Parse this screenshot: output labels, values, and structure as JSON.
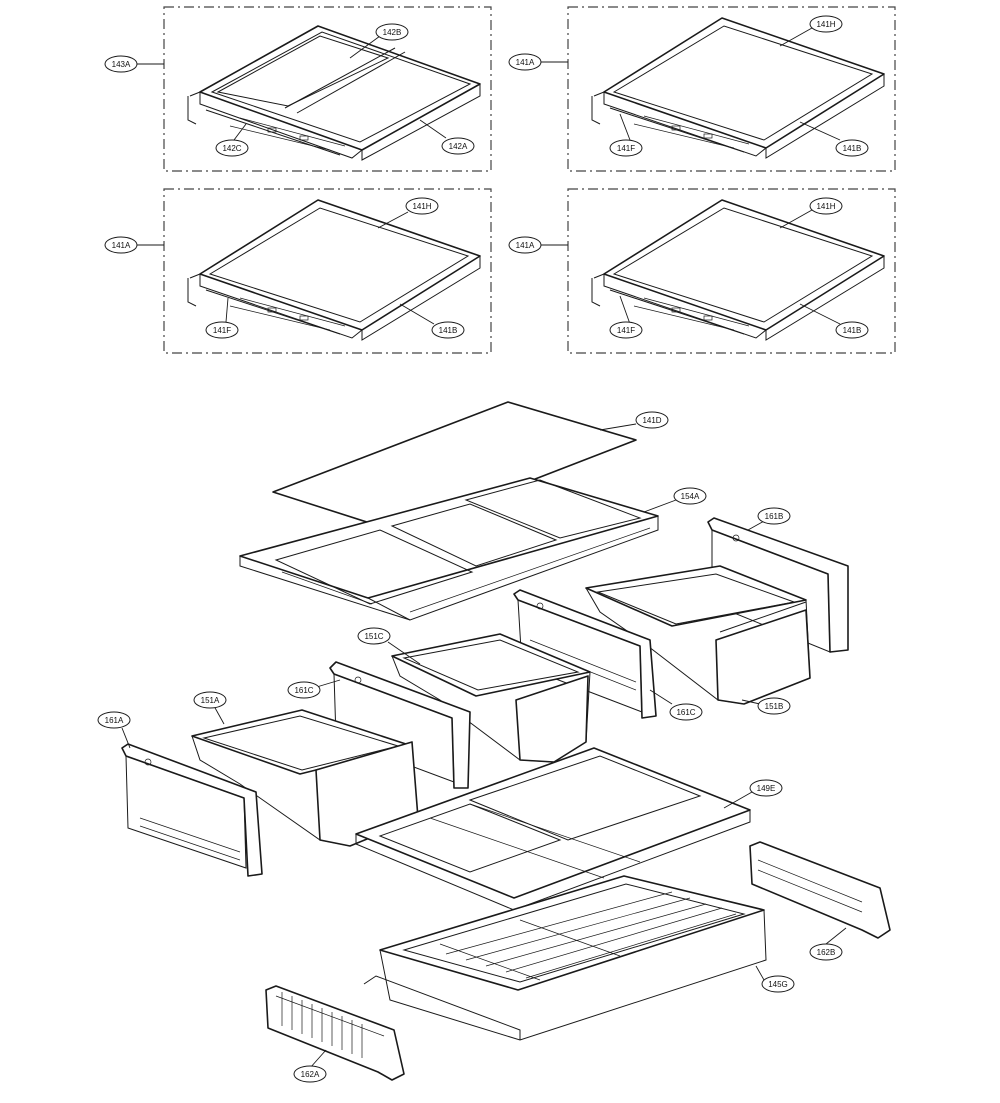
{
  "diagram": {
    "groups": [
      {
        "id": "group-143a",
        "label": "143A",
        "parts": [
          "142B",
          "142C",
          "142A"
        ]
      },
      {
        "id": "group-141a-top",
        "label": "141A",
        "parts": [
          "141H",
          "141F",
          "141B"
        ]
      },
      {
        "id": "group-141a-mid-left",
        "label": "141A",
        "parts": [
          "141H",
          "141F",
          "141B"
        ]
      },
      {
        "id": "group-141a-mid-right",
        "label": "141A",
        "parts": [
          "141H",
          "141F",
          "141B"
        ]
      }
    ],
    "parts": {
      "l143A": "143A",
      "l142B": "142B",
      "l142C": "142C",
      "l142A": "142A",
      "l141A_1": "141A",
      "l141H_1": "141H",
      "l141F_1": "141F",
      "l141B_1": "141B",
      "l141A_2": "141A",
      "l141H_2": "141H",
      "l141F_2": "141F",
      "l141B_2": "141B",
      "l141A_3": "141A",
      "l141H_3": "141H",
      "l141F_3": "141F",
      "l141B_3": "141B",
      "l141D": "141D",
      "l154A": "154A",
      "l161B": "161B",
      "l151C": "151C",
      "l161C_1": "161C",
      "l161C_2": "161C",
      "l151B": "151B",
      "l161A": "161A",
      "l151A": "151A",
      "l149E": "149E",
      "l162B": "162B",
      "l145G": "145G",
      "l162A": "162A"
    },
    "colors": {
      "line": "#1a1a1a",
      "fill": "#ffffff",
      "tint": "#f2f2f2"
    }
  }
}
